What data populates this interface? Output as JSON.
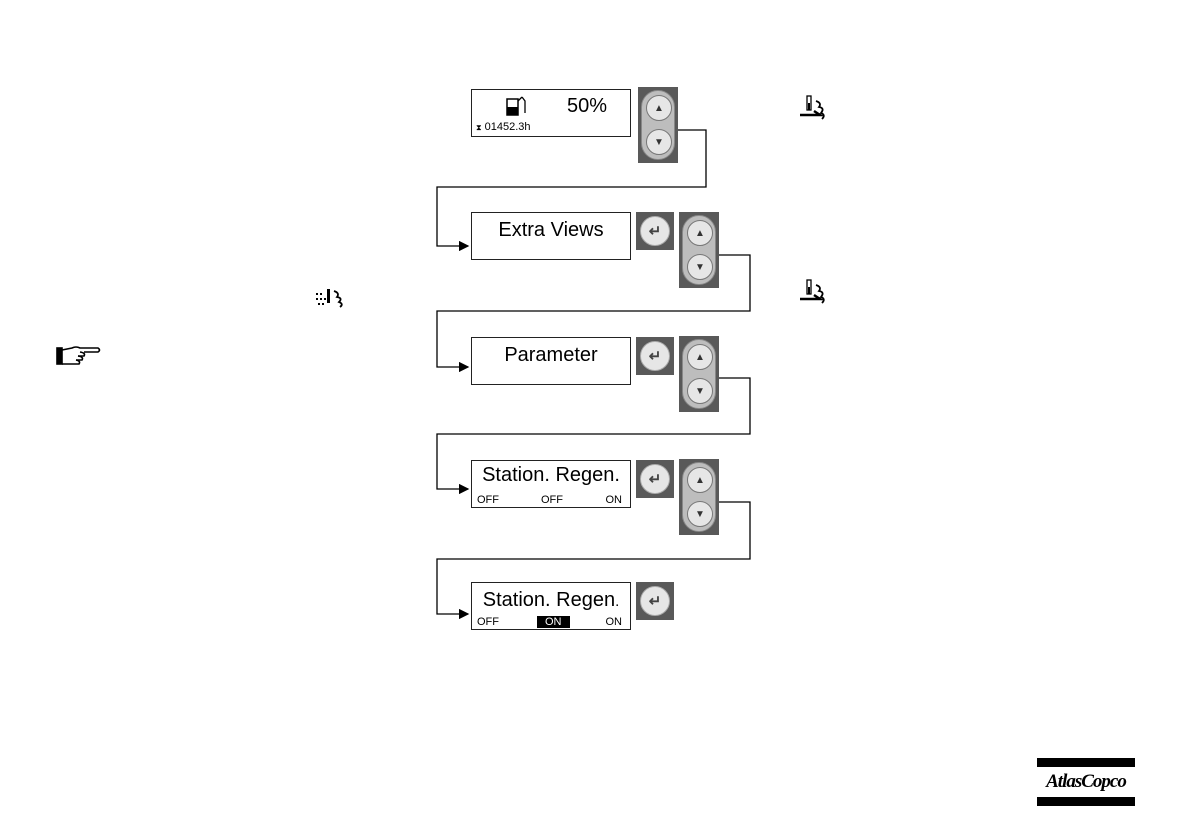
{
  "screens": {
    "main": {
      "level_percent": "50%",
      "hours": "01452.3h"
    },
    "extra_views": {
      "title": "Extra Views"
    },
    "parameter": {
      "title": "Parameter"
    },
    "regen_off": {
      "title": "Station. Regen.",
      "options": [
        "OFF",
        "OFF",
        "ON"
      ]
    },
    "regen_on": {
      "title": "Station. Regen",
      "title_dot": ".",
      "options": [
        "OFF",
        "ON",
        "ON"
      ],
      "highlighted_option": "ON"
    }
  },
  "logo": {
    "text": "AtlasCopco"
  },
  "icons": {
    "enter": "enter-return-icon",
    "up": "arrow-up-icon",
    "down": "arrow-down-icon",
    "fuel": "fuel-tank-icon",
    "hourglass": "hourglass-icon",
    "hand": "pointing-hand-icon",
    "regen": "regeneration-icon"
  },
  "colors": {
    "button_dark": "#595959",
    "button_light": "#e6e6e6",
    "highlight": "#000000"
  }
}
